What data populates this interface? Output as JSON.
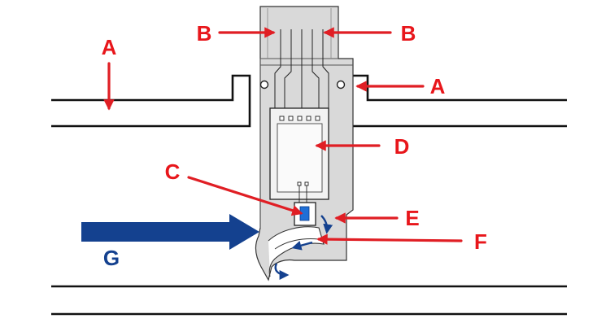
{
  "labels": {
    "a_left": "A",
    "a_right": "A",
    "b_left": "B",
    "b_right": "B",
    "c": "C",
    "d": "D",
    "e": "E",
    "f": "F",
    "g": "G"
  },
  "colors": {
    "label_red": "#e8161b",
    "arrow_red": "#e01e24",
    "flow_blue": "#14418f",
    "body_gray": "#d9d9d9",
    "line_black": "#111111",
    "element_blue": "#1f6fd6"
  }
}
